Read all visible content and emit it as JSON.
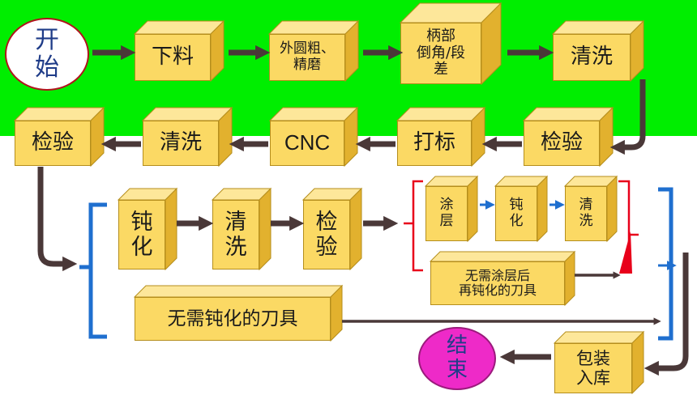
{
  "colors": {
    "top_band": "#00ee00",
    "box_face": "#fbd964",
    "box_top": "#fde79a",
    "box_side": "#e2b12e",
    "arrow_dark": "#4a3838",
    "bracket_blue": "#1f6fcf",
    "bracket_red": "#e8001a",
    "end_oval": "#ee2ac8"
  },
  "nodes": {
    "start": "开\n始",
    "cut": "下料",
    "grind": "外圆粗、\n精磨",
    "shank": "柄部\n倒角/段\n差",
    "wash1": "清洗",
    "inspect1": "检验",
    "mark": "打标",
    "cnc": "CNC",
    "wash2": "清洗",
    "inspect2": "检验",
    "passivate": "钝\n化",
    "wash3": "清\n洗",
    "inspect3": "检\n验",
    "coat": "涂\n层",
    "passivate2": "钝\n化",
    "wash4": "清\n洗",
    "no_coat": "无需涂层后\n再钝化的刀具",
    "no_passivate": "无需钝化的刀具",
    "pack": "包装\n入库",
    "end": "结\n束"
  }
}
